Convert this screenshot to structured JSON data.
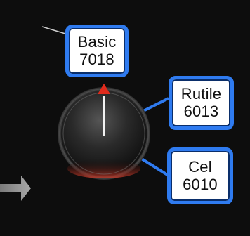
{
  "colors": {
    "background": "#0d0d0d",
    "tag_border": "#2f7bf0",
    "tag_fill": "#ffffff",
    "pointer": "#e02b1c",
    "arrow": "#9c9c9c"
  },
  "knob": {
    "icon": "rotary-knob-icon",
    "indicator_icon": "red-triangle-pointer-icon",
    "selected": "Basic"
  },
  "options": [
    {
      "name": "Basic",
      "code": "7018"
    },
    {
      "name": "Rutile",
      "code": "6013"
    },
    {
      "name": "Cel",
      "code": "6010"
    }
  ],
  "side_arrow": {
    "icon": "gray-arrow-right-icon"
  }
}
